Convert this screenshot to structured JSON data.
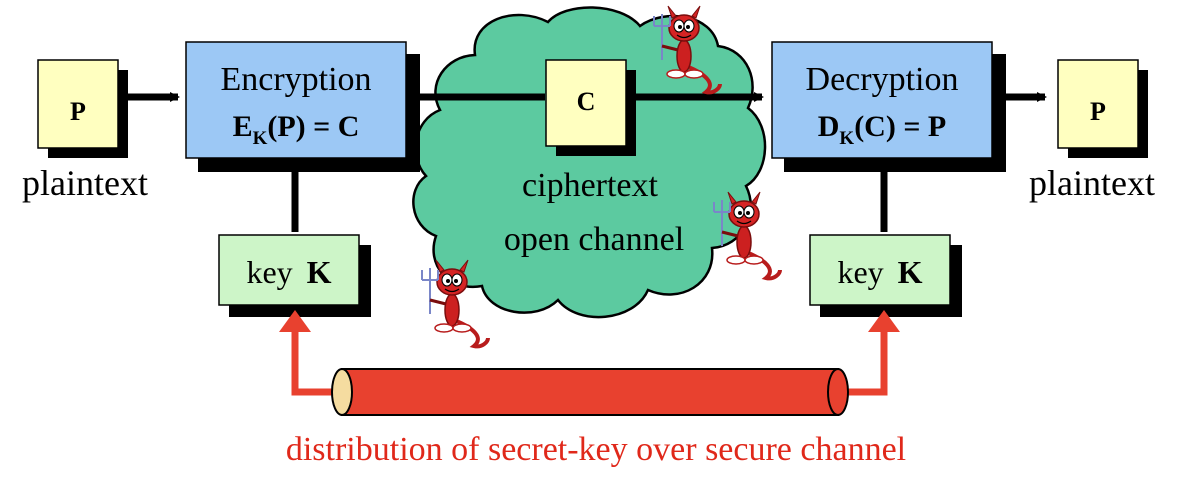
{
  "left": {
    "input_label": "P",
    "input_caption": "plaintext",
    "box_title": "Encryption",
    "formula_fn": "E",
    "formula_sub": "K",
    "formula_rest": "(P) = C",
    "key_word": "key",
    "key_symbol": "K"
  },
  "channel": {
    "cipher_label": "C",
    "line1": "ciphertext",
    "line2": "open channel"
  },
  "right": {
    "box_title": "Decryption",
    "formula_fn": "D",
    "formula_sub": "K",
    "formula_rest": "(C) = P",
    "output_label": "P",
    "output_caption": "plaintext",
    "key_word": "key",
    "key_symbol": "K"
  },
  "secure_channel": {
    "caption": "distribution of secret-key over secure channel"
  },
  "colors": {
    "plaintext_box": "#ffffc0",
    "process_box": "#9cc8f5",
    "key_box": "#cdf5c8",
    "cloud": "#5ccaa0",
    "secure_pipe": "#e8412f",
    "secure_caption": "#e0281a",
    "arrow": "#000000",
    "shadow": "#000000"
  },
  "icons": [
    "devil-icon",
    "devil-icon",
    "devil-icon"
  ]
}
